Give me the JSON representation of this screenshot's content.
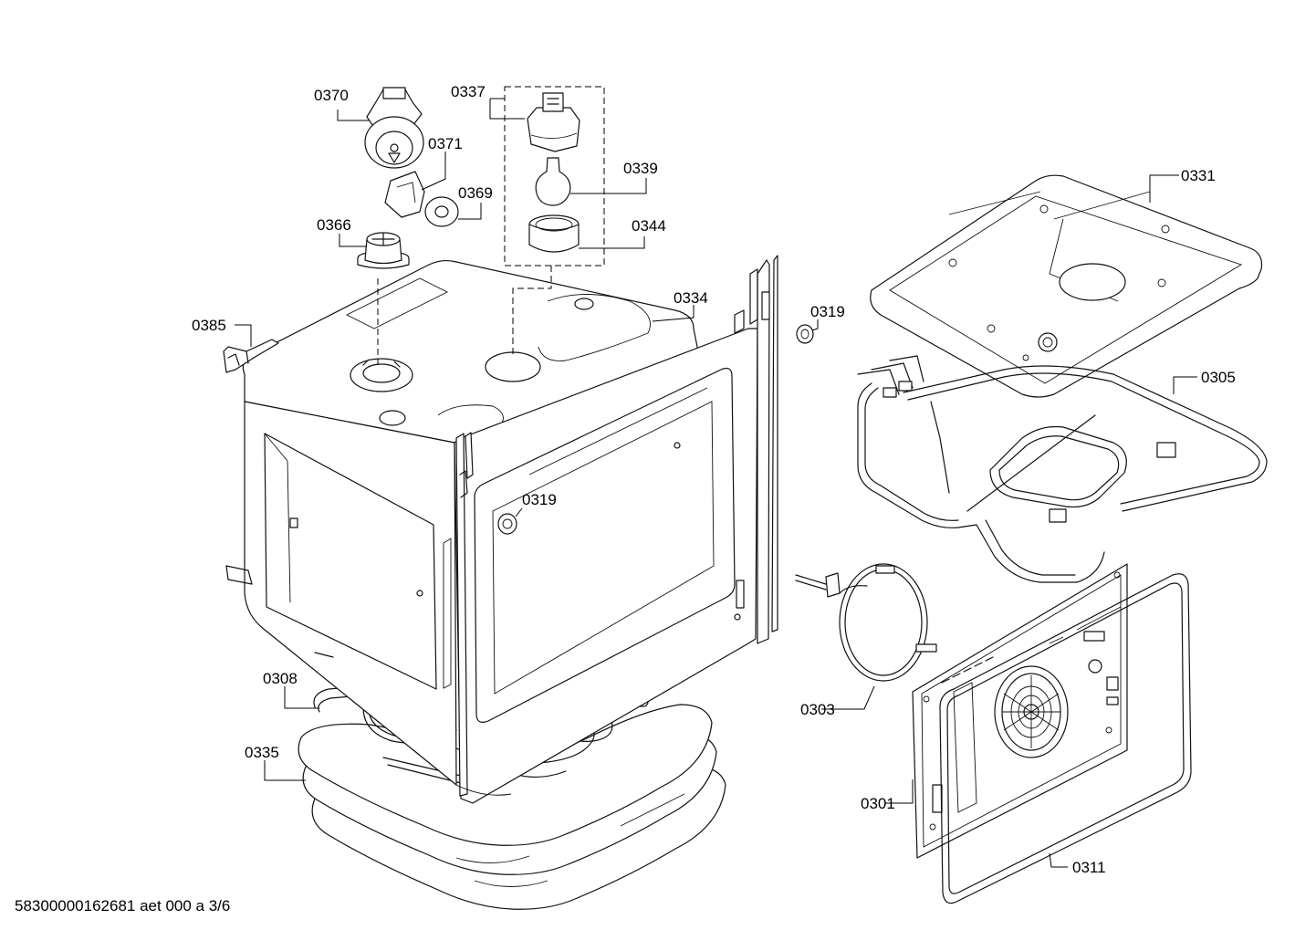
{
  "diagram": {
    "part_labels": {
      "p0370": "0370",
      "p0337": "0337",
      "p0371": "0371",
      "p0339": "0339",
      "p0369": "0369",
      "p0366": "0366",
      "p0344": "0344",
      "p0331": "0331",
      "p0334": "0334",
      "p0319a": "0319",
      "p0385": "0385",
      "p0305": "0305",
      "p0319b": "0319",
      "p0308": "0308",
      "p0303": "0303",
      "p0335": "0335",
      "p0301": "0301",
      "p0311": "0311"
    },
    "footer": "58300000162681 aet 000 a 3/6"
  }
}
